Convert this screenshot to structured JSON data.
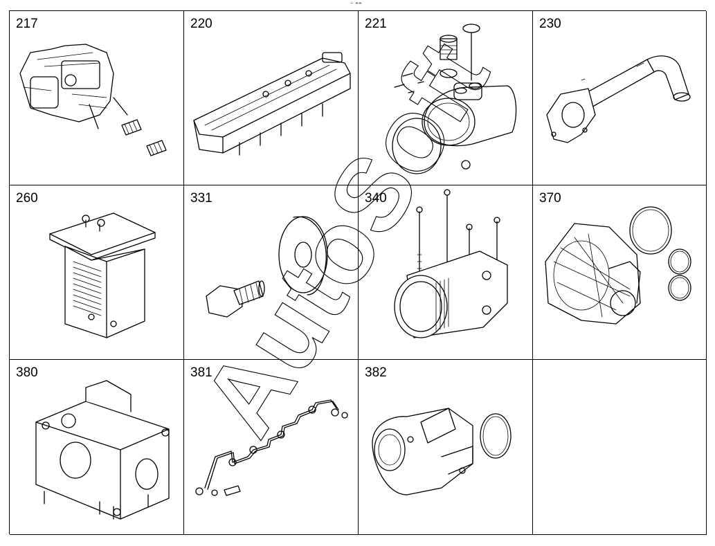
{
  "top_mark": "⁻ ⁼⁼",
  "watermark": "AutoSoft",
  "cells": [
    {
      "number": "217"
    },
    {
      "number": "220"
    },
    {
      "number": "221"
    },
    {
      "number": "230"
    },
    {
      "number": "260"
    },
    {
      "number": "331"
    },
    {
      "number": "340"
    },
    {
      "number": "370"
    },
    {
      "number": "380"
    },
    {
      "number": "381"
    },
    {
      "number": "382"
    },
    {
      "number": ""
    }
  ]
}
